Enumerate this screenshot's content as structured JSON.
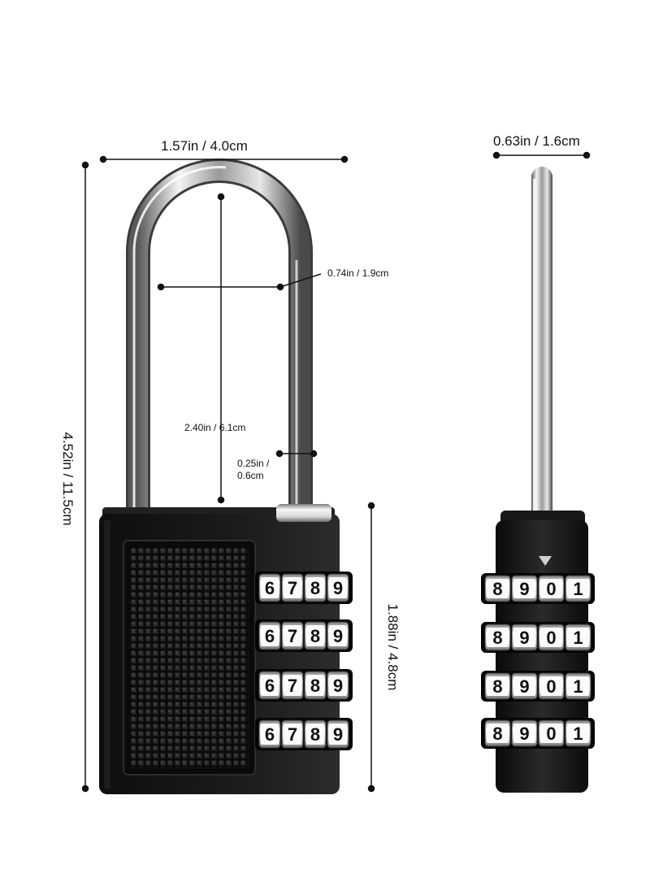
{
  "labels": {
    "front_width": "1.57in / 4.0cm",
    "total_height": "4.52in / 11.5cm",
    "shackle_inner_width": "0.74in / 1.9cm",
    "shackle_clearance": "2.40in / 6.1cm",
    "shackle_diameter_line1": "0.25in /",
    "shackle_diameter_line2": "0.6cm",
    "body_height": "1.88in / 4.8cm",
    "side_depth": "0.63in / 1.6cm"
  },
  "front_dials": [
    [
      "6",
      "7",
      "8",
      "9"
    ],
    [
      "6",
      "7",
      "8",
      "9"
    ],
    [
      "6",
      "7",
      "8",
      "9"
    ],
    [
      "6",
      "7",
      "8",
      "9"
    ]
  ],
  "side_dials": [
    [
      "8",
      "9",
      "0",
      "1"
    ],
    [
      "8",
      "9",
      "0",
      "1"
    ],
    [
      "8",
      "9",
      "0",
      "1"
    ],
    [
      "8",
      "9",
      "0",
      "1"
    ]
  ],
  "colors": {
    "body": "#141414",
    "chrome_light": "#f2f2f2",
    "chrome_dark": "#4a4a4a",
    "dimension_line": "#111111"
  }
}
